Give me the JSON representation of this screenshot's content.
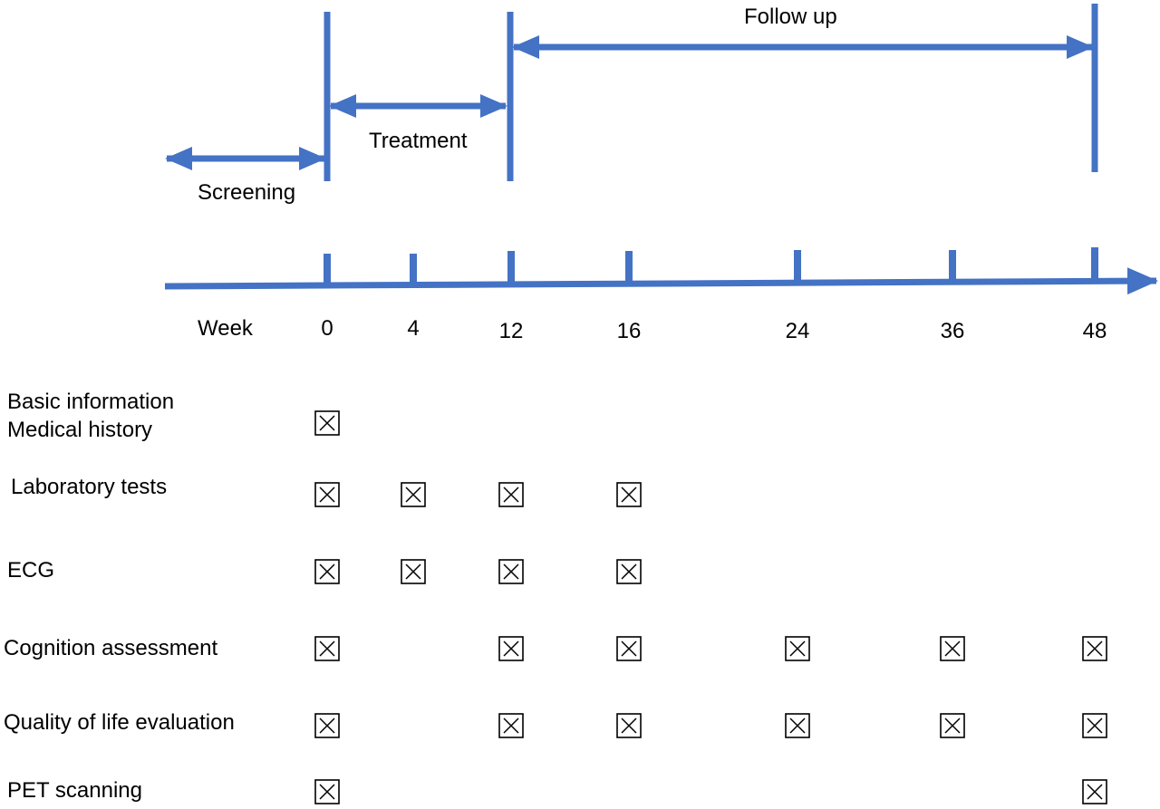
{
  "colors": {
    "timeline_blue": "#4472C4",
    "text": "#000000"
  },
  "phases": {
    "screening": "Screening",
    "treatment": "Treatment",
    "follow_up": "Follow up"
  },
  "timeline": {
    "axis_label": "Week",
    "weeks": [
      "0",
      "4",
      "12",
      "16",
      "24",
      "36",
      "48"
    ]
  },
  "schedule": {
    "rows": [
      {
        "lines": [
          "Basic information",
          "Medical history"
        ],
        "checked": [
          "0"
        ]
      },
      {
        "lines": [
          "Laboratory tests"
        ],
        "checked": [
          "0",
          "4",
          "12",
          "16"
        ]
      },
      {
        "lines": [
          "ECG"
        ],
        "checked": [
          "0",
          "4",
          "12",
          "16"
        ]
      },
      {
        "lines": [
          "Cognition assessment"
        ],
        "checked": [
          "0",
          "12",
          "16",
          "24",
          "36",
          "48"
        ]
      },
      {
        "lines": [
          "Quality of life evaluation"
        ],
        "checked": [
          "0",
          "12",
          "16",
          "24",
          "36",
          "48"
        ]
      },
      {
        "lines": [
          "PET scanning"
        ],
        "checked": [
          "0",
          "48"
        ]
      }
    ],
    "checkbox_icon": "checkbox-x-icon"
  }
}
